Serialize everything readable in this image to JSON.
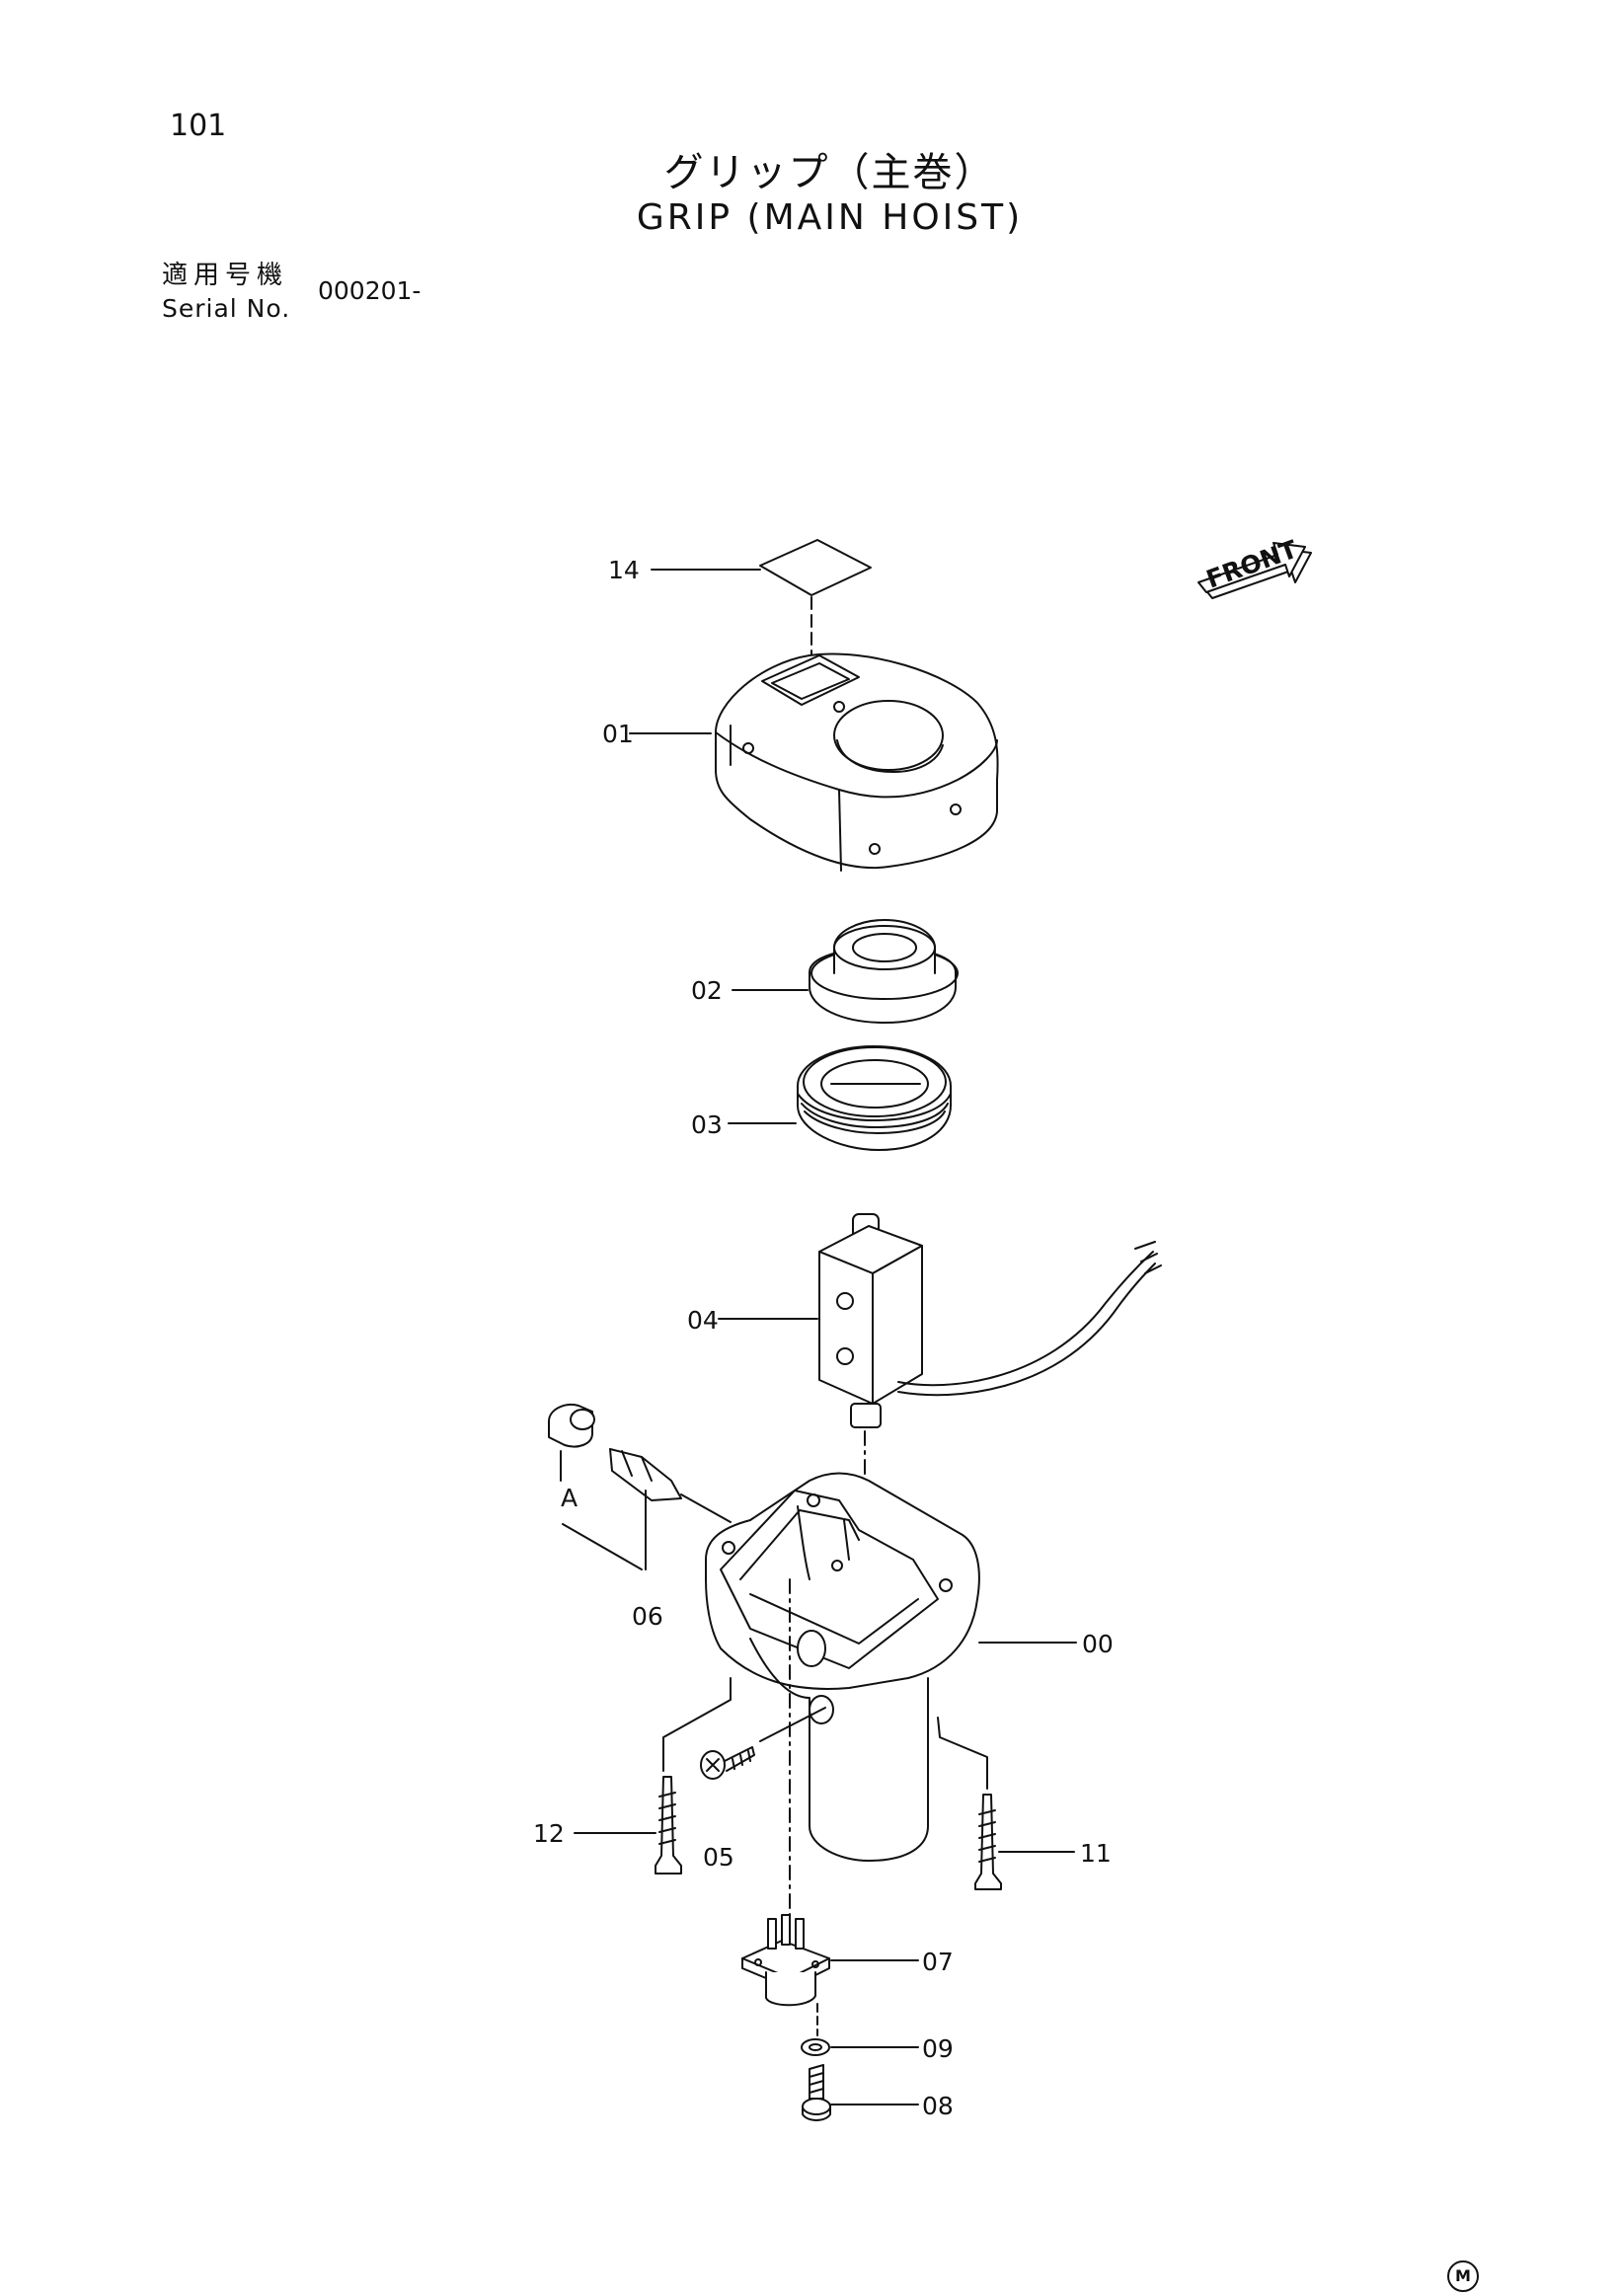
{
  "header": {
    "page_number": "101",
    "title_jp": "グリップ（主巻）",
    "title_en": "GRIP (MAIN HOIST)",
    "serial_label_jp": "適用号機",
    "serial_label_en": "Serial No.",
    "serial_value": "000201-"
  },
  "diagram": {
    "front_arrow_label": "FRONT",
    "sub_assembly_label": "A",
    "callouts": {
      "p14": "14",
      "p01": "01",
      "p02": "02",
      "p03": "03",
      "p04": "04",
      "p06": "06",
      "p00": "00",
      "p12": "12",
      "p05": "05",
      "p11": "11",
      "p07": "07",
      "p09": "09",
      "p08": "08"
    }
  },
  "footer": {
    "mark": "M"
  }
}
